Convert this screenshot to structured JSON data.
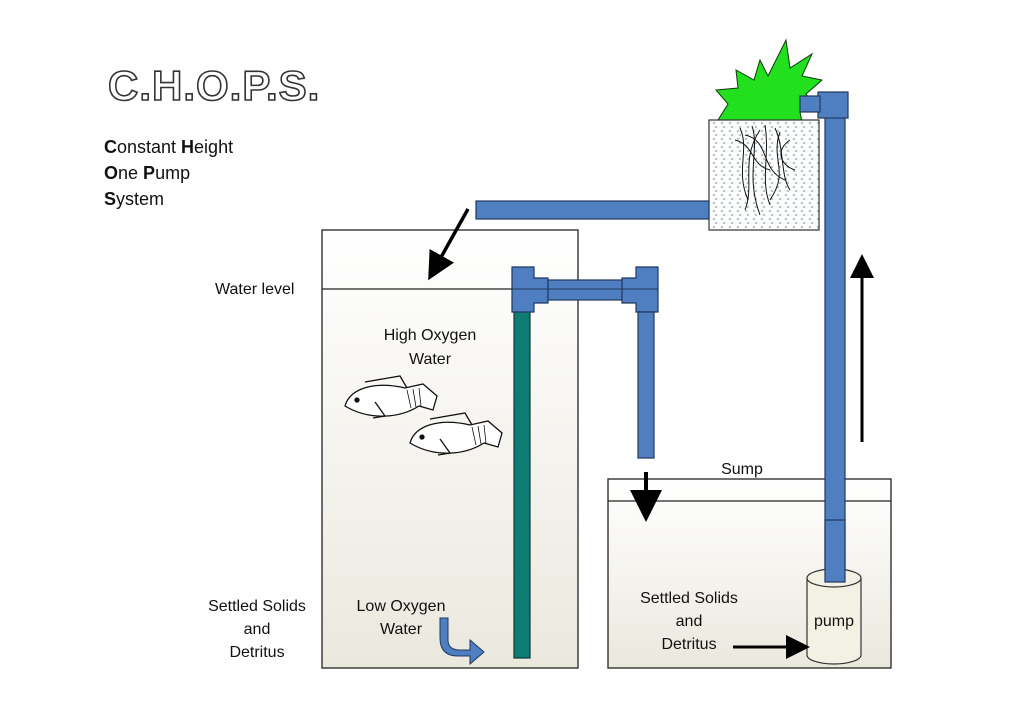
{
  "title": "C.H.O.P.S.",
  "subtitle": {
    "lines": [
      {
        "initial": "C",
        "rest": "onstant ",
        "initial2": "H",
        "rest2": "eight"
      },
      {
        "initial": "O",
        "rest": "ne ",
        "initial2": "P",
        "rest2": "ump"
      },
      {
        "initial": "S",
        "rest": "ystem",
        "initial2": "",
        "rest2": ""
      }
    ]
  },
  "labels": {
    "water_level": "Water level",
    "high_oxygen_line1": "High Oxygen",
    "high_oxygen_line2": "Water",
    "low_oxygen_line1": "Low Oxygen",
    "low_oxygen_line2": "Water",
    "settled_left_line1": "Settled Solids",
    "settled_left_line2": "and",
    "settled_left_line3": "Detritus",
    "sump": "Sump",
    "settled_right_line1": "Settled Solids",
    "settled_right_line2": "and",
    "settled_right_line3": "Detritus",
    "pump": "pump"
  },
  "colors": {
    "pipe": "#4f7fc0",
    "standpipe": "#0e7b74",
    "plant": "#22e01e",
    "arrow": "#000000"
  },
  "icons": {
    "plant": "plant-icon",
    "fish": "fish-icon",
    "grow_bed": "grow-bed-icon",
    "pump": "pump-icon"
  }
}
